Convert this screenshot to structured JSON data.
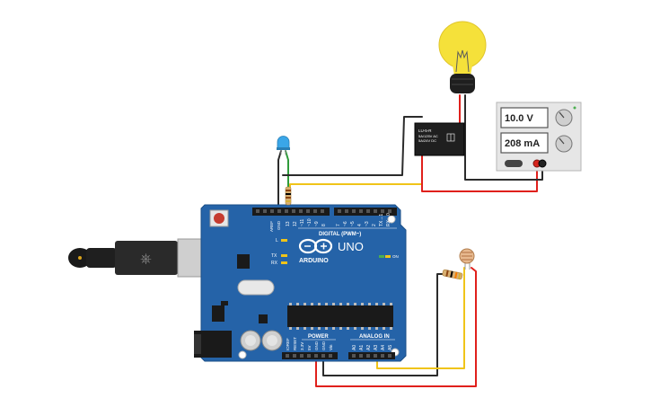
{
  "arduino": {
    "brand": "ARDUINO",
    "model": "UNO",
    "digital_header_label": "DIGITAL (PWM~)",
    "power_label": "POWER",
    "analog_label": "ANALOG IN",
    "on_label": "ON",
    "tx_label": "TX",
    "rx_label": "RX",
    "l_label": "L",
    "aref_label": "AREF",
    "gnd_label": "GND",
    "digital_pins": [
      "13",
      "12",
      "~11",
      "~10",
      "~9",
      "8",
      "7",
      "~6",
      "~5",
      "4",
      "~3",
      "2",
      "TX→1",
      "RX←0"
    ],
    "power_pins": [
      "IOREF",
      "RESET",
      "3.3V",
      "5V",
      "GND",
      "GND",
      "Vin"
    ],
    "analog_pins": [
      "A0",
      "A1",
      "A2",
      "A3",
      "A4",
      "A5"
    ]
  },
  "relay": {
    "line1": "LU-5-R",
    "line2": "5A/125V AC",
    "line3": "5A/24V DC"
  },
  "power_supply": {
    "voltage": "10.0 V",
    "current": "208 mA"
  },
  "colors": {
    "board": "#2563a8",
    "wire_red": "#e0201c",
    "wire_black": "#2b2b2b",
    "wire_yellow": "#f0c419",
    "wire_green": "#2e9b3a",
    "bulb": "#f5e13a",
    "led": "#3aa6e8"
  }
}
